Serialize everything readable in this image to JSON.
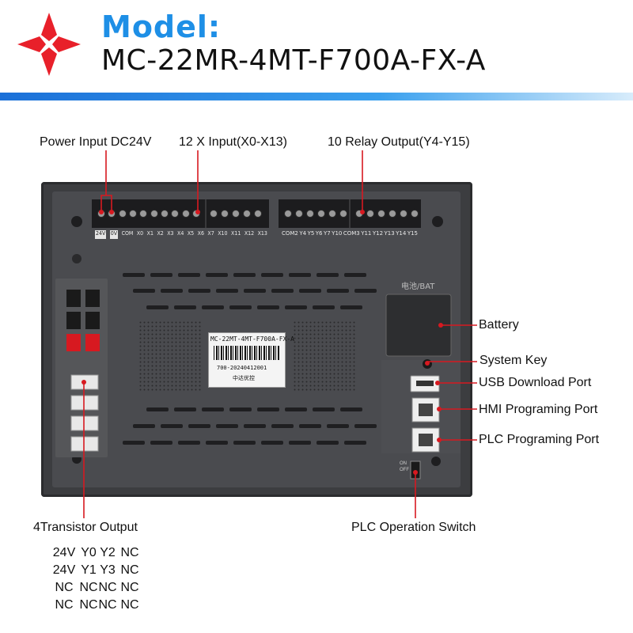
{
  "header": {
    "model_label": "Model:",
    "model_value": "MC-22MR-4MT-F700A-FX-A"
  },
  "colors": {
    "accent_blue": "#1e8fe6",
    "logo_red": "#e8202a",
    "callout_red": "#d71920",
    "device_body": "#3c3d40"
  },
  "callouts": {
    "power_input": "Power Input DC24V",
    "x_input": "12 X Input(X0-X13)",
    "relay_output": "10 Relay Output(Y4-Y15)",
    "battery": "Battery",
    "system_key": "System Key",
    "usb_download": "USB Download Port",
    "hmi_port": "HMI Programing Port",
    "plc_port": "PLC Programing  Port",
    "transistor_output": "4Transistor Output",
    "operation_switch": "PLC Operation Switch"
  },
  "device": {
    "terminal_labels_left": [
      "24V",
      "0V",
      "COM",
      "X0",
      "X1",
      "X2",
      "X3",
      "X4",
      "X5",
      "X6",
      "X7",
      "X10",
      "X11",
      "X12",
      "X13"
    ],
    "terminal_labels_right": [
      "COM2",
      "Y4",
      "Y5",
      "Y6",
      "Y7",
      "Y10",
      "COM3",
      "Y11",
      "Y12",
      "Y13",
      "Y14",
      "Y15"
    ],
    "battery_label": "电池/BAT",
    "sticker_model": "MC-22MT-4MT-F700A-FX-A",
    "sticker_serial": "700-20240412001",
    "sticker_brand": "中达优控",
    "switch_on": "ON",
    "switch_off": "OFF"
  },
  "transistor_table": [
    [
      "24V",
      "Y0",
      "Y2",
      "NC"
    ],
    [
      "24V",
      "Y1",
      "Y3",
      "NC"
    ],
    [
      "NC",
      "NC",
      "NC",
      "NC"
    ],
    [
      "NC",
      "NC",
      "NC",
      "NC"
    ]
  ]
}
